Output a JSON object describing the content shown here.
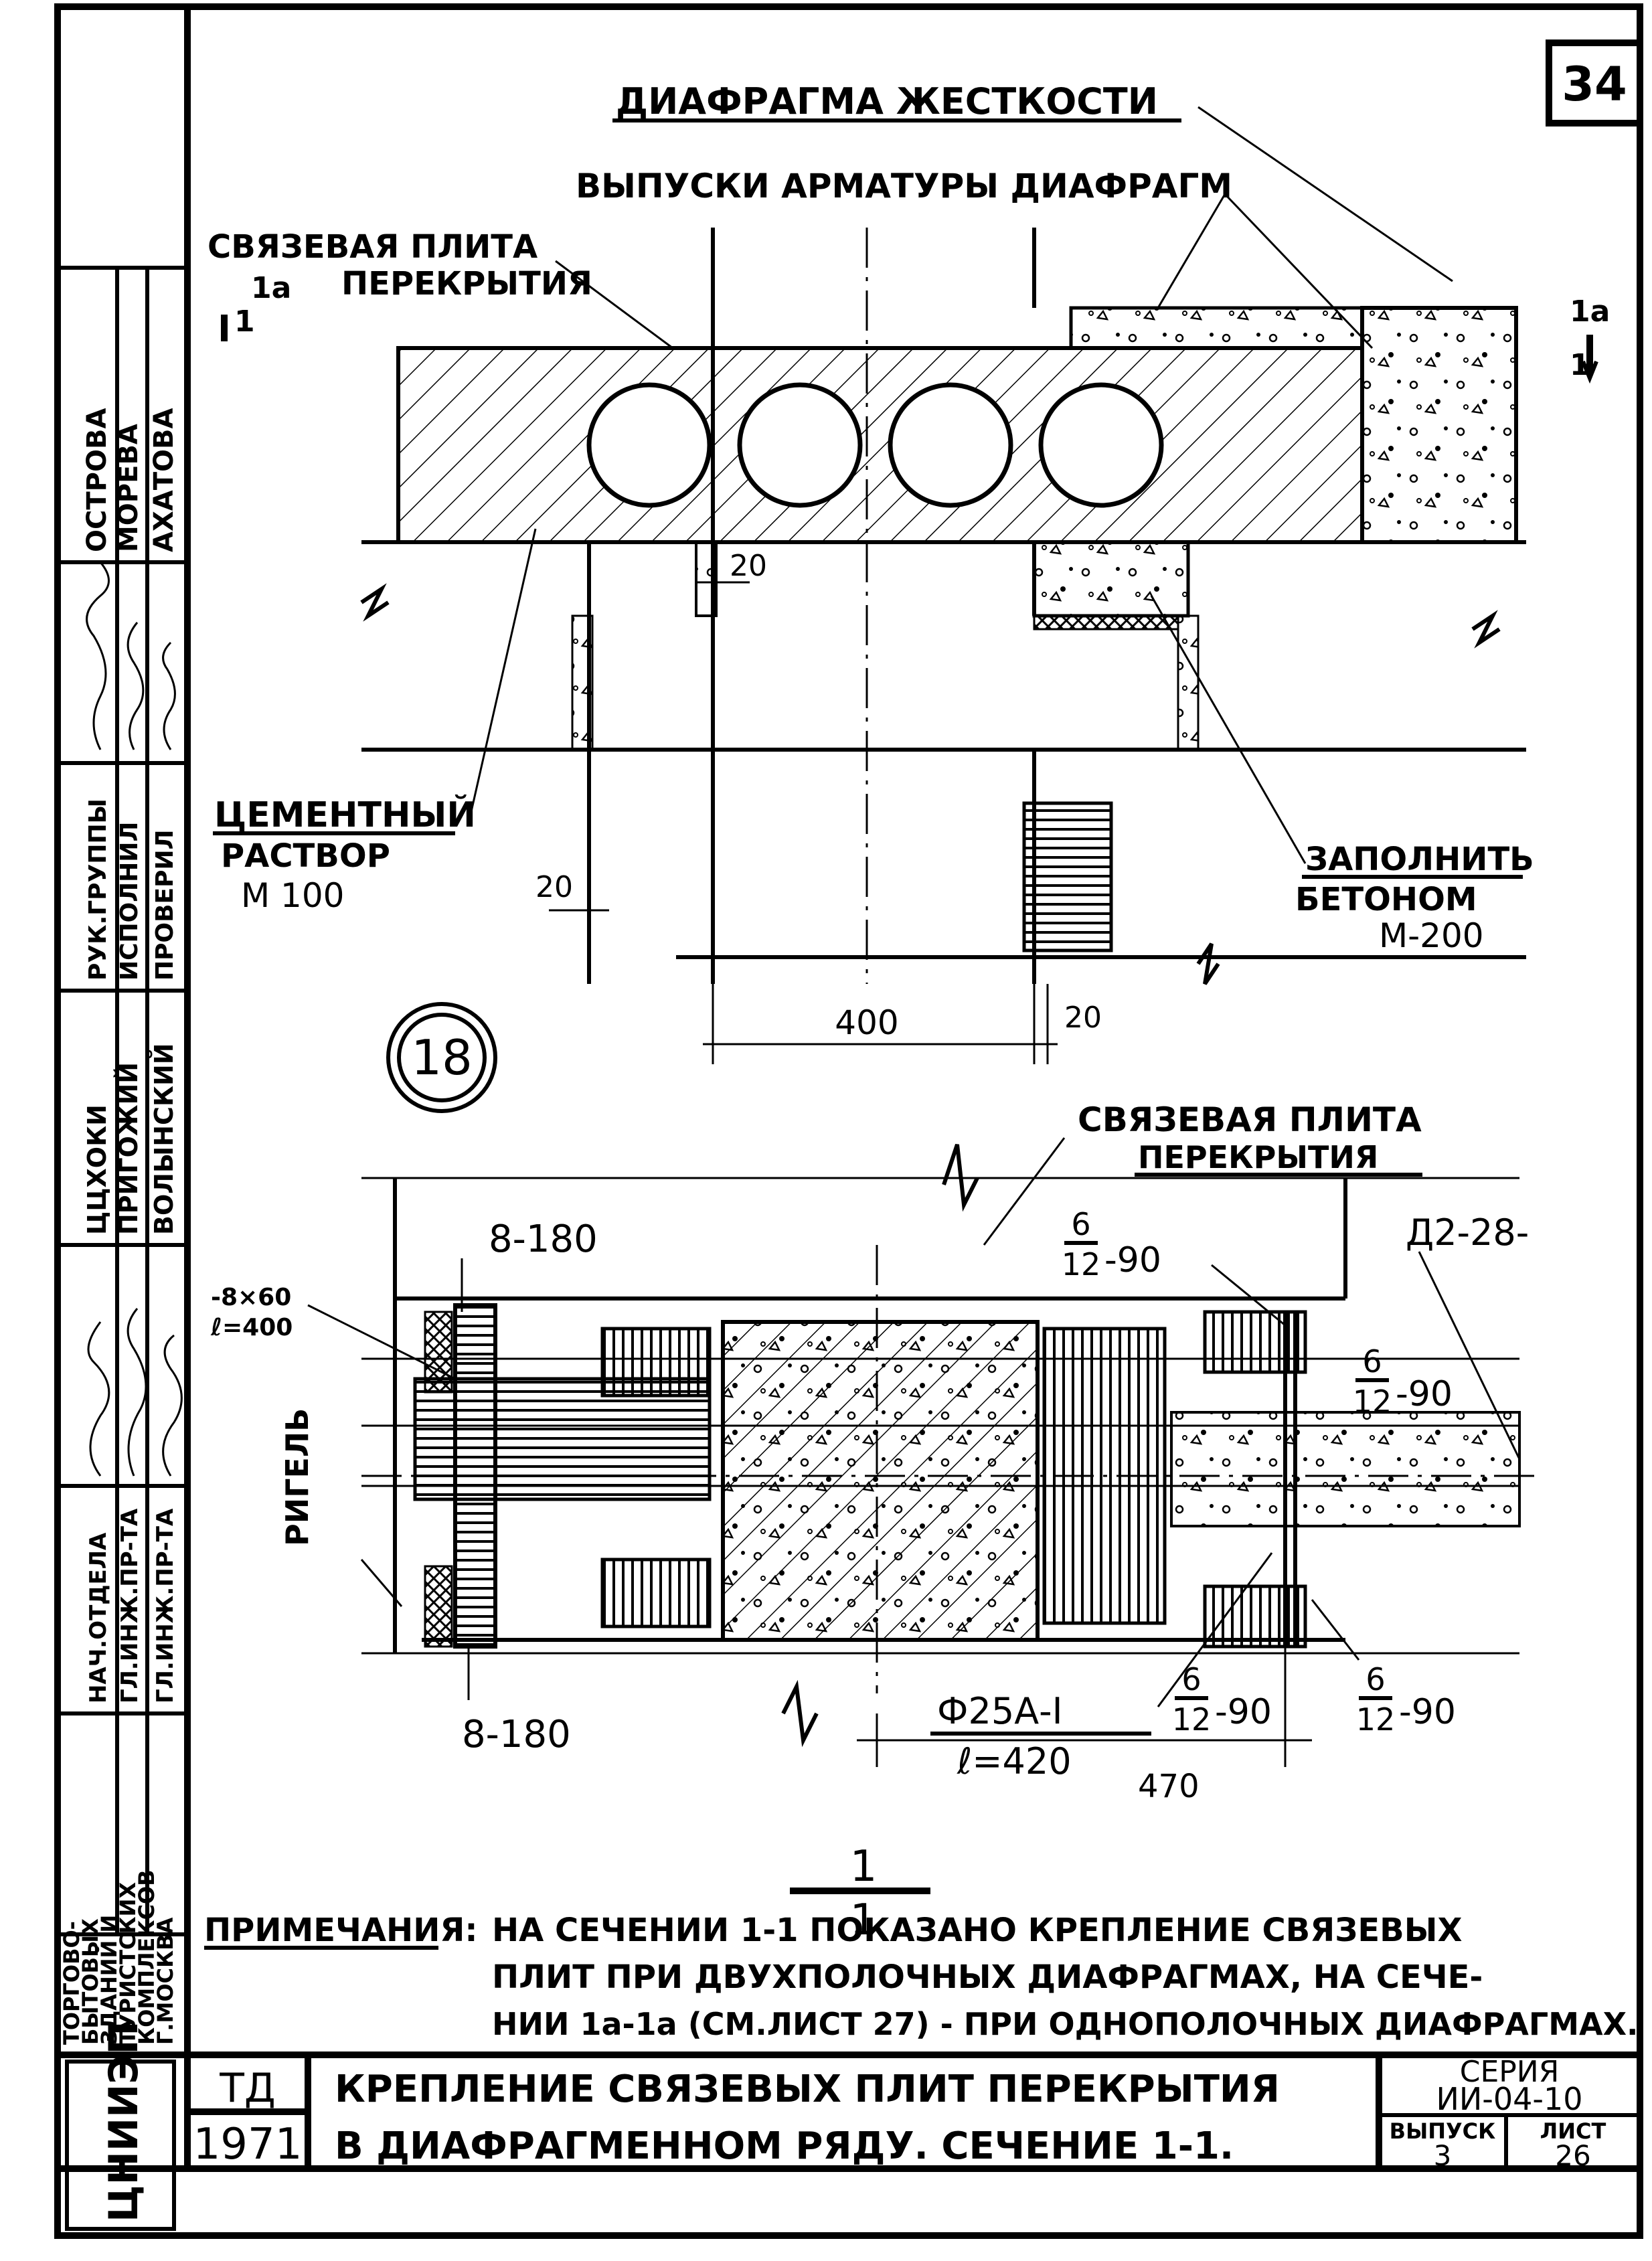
{
  "sheet_number": "34",
  "stamp": {
    "roles": [
      "НАЧ.ОТДЕЛА",
      "ГЛ.ИНЖ.ПР-ТА",
      "ГЛ.ИНЖ.ПР-ТА",
      "РУК.ГРУППЫ",
      "ИСПОЛНИЛ",
      "ПРОВЕРИЛ"
    ],
    "names": [
      "ЦЦХОКИ",
      "ПРИГОЖИЙ",
      "ВОЛЫНСКИЙ",
      "ОСТРОВА",
      "МОРЕВА",
      "АХАТОВА"
    ],
    "org": [
      "ТОРГОВО-",
      "БЫТОВЫХ",
      "ЗДАНИЙ И",
      "ТУРИСТСКИХ",
      "КОМПЛЕКСОВ",
      "Г.МОСКВА"
    ],
    "logo": "ЦНИИЭП"
  },
  "top_view": {
    "label_diaphragm": "ДИАФРАГМА ЖЕСТКОСТИ",
    "label_rebar": "ВЫПУСКИ АРМАТУРЫ ДИАФРАГМ",
    "label_slab_line1": "СВЯЗЕВАЯ ПЛИТА",
    "label_slab_line2": "ПЕРЕКРЫТИЯ",
    "cut_left_top": "1а",
    "cut_left_bottom": "1",
    "cut_right_top": "1а",
    "cut_right_bottom": "1",
    "label_mortar_line1": "ЦЕМЕНТНЫЙ",
    "label_mortar_line2": "РАСТВОР",
    "label_mortar_line3": "М 100",
    "label_fill_line1": "ЗАПОЛНИТЬ",
    "label_fill_line2": "БЕТОНОМ",
    "label_fill_line3": "М-200",
    "dim_20_top": "20",
    "dim_20_left": "20",
    "dim_400": "400",
    "dim_20_right": "20",
    "node_number": "18"
  },
  "section_view": {
    "label_slab_line1": "СВЯЗЕВАЯ ПЛИТА",
    "label_slab_line2": "ПЕРЕКРЫТИЯ",
    "label_8_180_top": "8-180",
    "label_8_180_bottom": "8-180",
    "label_plate_line1": "-8×60",
    "label_plate_line2": "ℓ=400",
    "label_beam": "РИГЕЛЬ",
    "label_d2": "Д2-28-",
    "frac_num": "6",
    "frac_den": "12",
    "frac_suffix": "-90",
    "label_bar_line1": "Ф25А-I",
    "label_bar_line2": "ℓ=420",
    "dim_470": "470",
    "section_title_top": "1",
    "section_title_bottom": "1"
  },
  "note": {
    "title": "ПРИМЕЧАНИЯ:",
    "line1": "НА СЕЧЕНИИ 1-1 ПОКАЗАНО КРЕПЛЕНИЕ СВЯЗЕВЫХ",
    "line2": "ПЛИТ ПРИ ДВУХПОЛОЧНЫХ ДИАФРАГМАХ, НА СЕЧЕ-",
    "line3": "НИИ 1а-1а (СМ.ЛИСТ 27) - ПРИ ОДНОПОЛОЧНЫХ ДИАФРАГМАХ."
  },
  "title_block": {
    "code": "ТД",
    "year": "1971",
    "title_line1": "КРЕПЛЕНИЕ СВЯЗЕВЫХ ПЛИТ ПЕРЕКРЫТИЯ",
    "title_line2": "В ДИАФРАГМЕННОМ РЯДУ. СЕЧЕНИЕ 1-1.",
    "series_label": "СЕРИЯ",
    "series_value": "ИИ-04-10",
    "issue_label": "ВЫПУСК",
    "issue_value": "3",
    "sheet_label": "ЛИСТ",
    "sheet_value": "26"
  }
}
